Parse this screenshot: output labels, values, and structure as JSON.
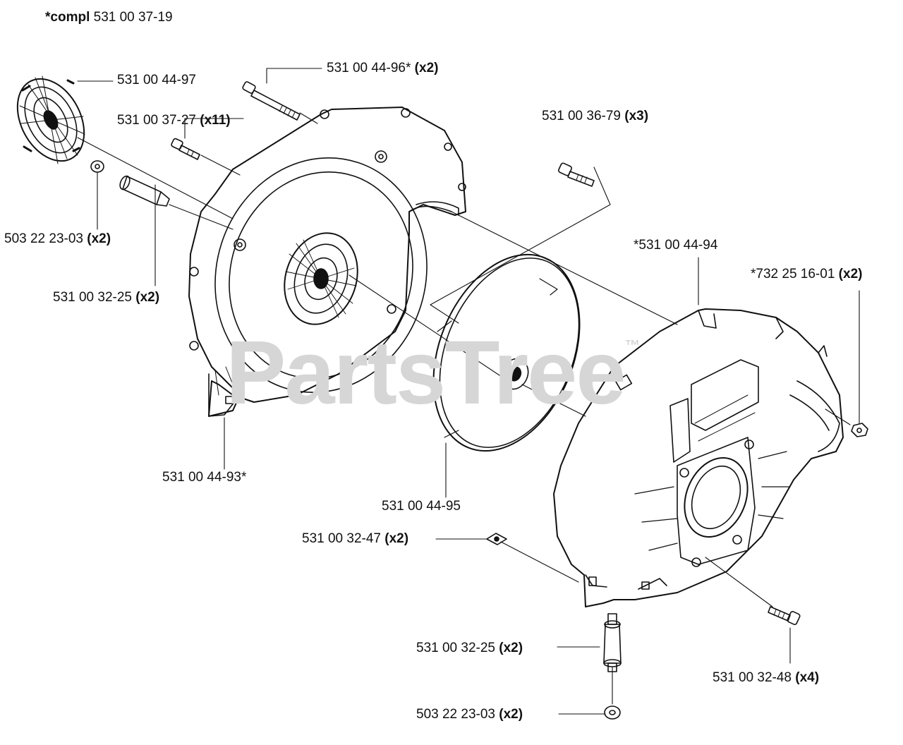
{
  "header": {
    "prefix": "*compl",
    "number": "531 00 37-19"
  },
  "watermark": {
    "text": "PartsTree",
    "mark": "™"
  },
  "callouts": [
    {
      "id": "filter",
      "number": "531 00 44-97",
      "qty": ""
    },
    {
      "id": "long-screw",
      "number": "531 00 44-96*",
      "qty": "(x2)"
    },
    {
      "id": "screw-11",
      "number": "531 00 37-27",
      "qty": "(x11)"
    },
    {
      "id": "screw-3",
      "number": "531 00 36-79",
      "qty": "(x3)"
    },
    {
      "id": "washer-top",
      "number": "503 22 23-03",
      "qty": "(x2)"
    },
    {
      "id": "damper-top",
      "number": "531 00 32-25",
      "qty": "(x2)"
    },
    {
      "id": "rear-housing",
      "number": "*531 00 44-94",
      "qty": ""
    },
    {
      "id": "nut-right",
      "number": "*732 25 16-01",
      "qty": "(x2)"
    },
    {
      "id": "front-cover",
      "number": "531 00 44-93*",
      "qty": ""
    },
    {
      "id": "fan",
      "number": "531 00 44-95",
      "qty": ""
    },
    {
      "id": "nut-square",
      "number": "531 00 32-47",
      "qty": "(x2)"
    },
    {
      "id": "damper-bottom",
      "number": "531 00 32-25",
      "qty": "(x2)"
    },
    {
      "id": "screw-4",
      "number": "531 00 32-48",
      "qty": "(x4)"
    },
    {
      "id": "washer-bottom",
      "number": "503 22 23-03",
      "qty": "(x2)"
    }
  ]
}
